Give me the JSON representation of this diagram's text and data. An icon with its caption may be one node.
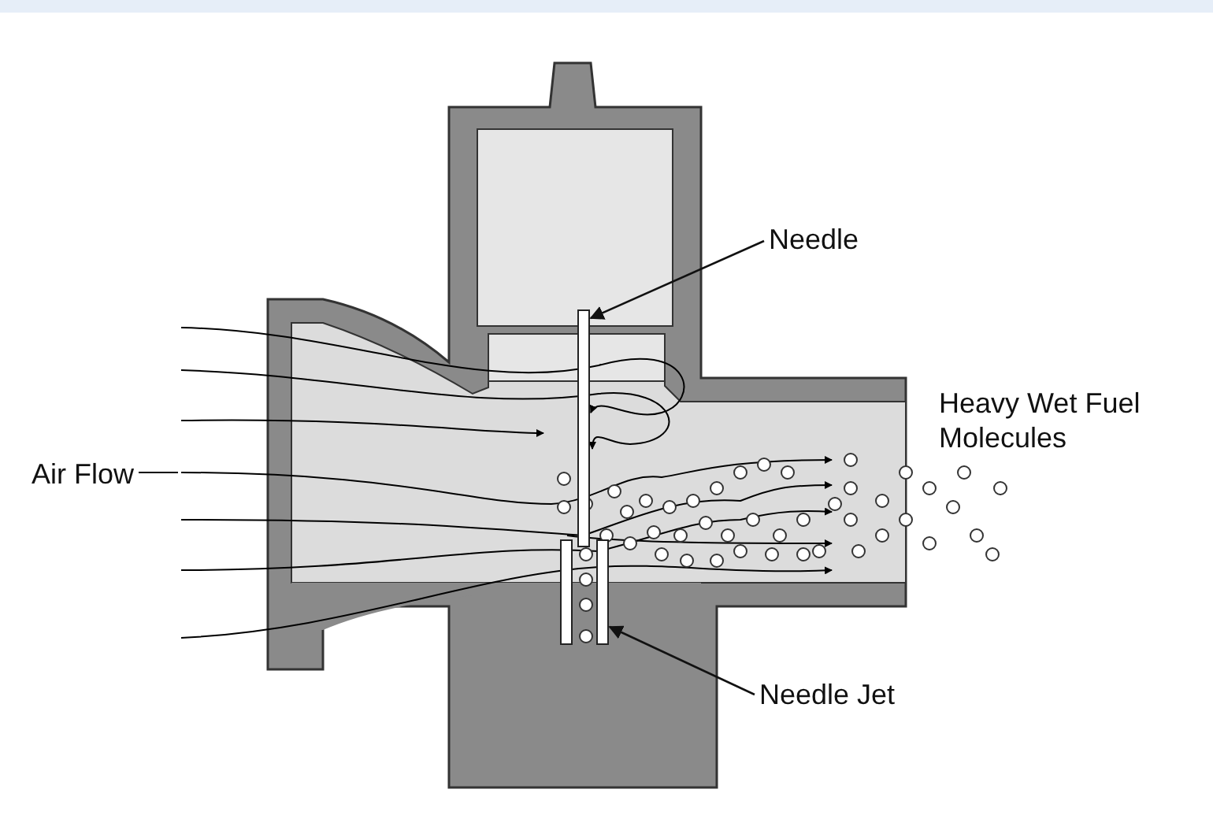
{
  "diagram": {
    "nodes": [
      {
        "text": [
          "Needle"
        ]
      },
      {
        "text": [],
        "shape": "bar"
      },
      {
        "text": [
          "Needle Jet"
        ]
      },
      {
        "text": [],
        "shape": "bar"
      }
    ],
    "edges": [
      {
        "from": 0,
        "to": 1,
        "arrow": "to"
      },
      {
        "from": 2,
        "to": 3,
        "arrow": "to"
      }
    ],
    "labels": [
      "Air Flow",
      "Heavy Wet Fuel Molecules"
    ]
  }
}
